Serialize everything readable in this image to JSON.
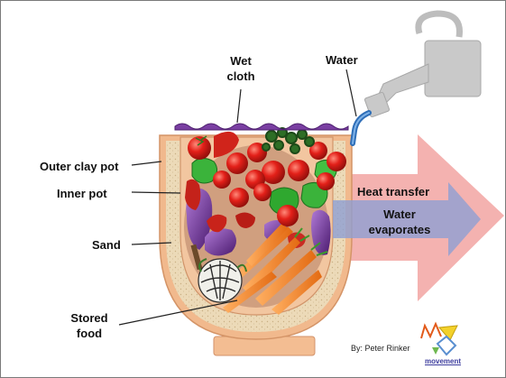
{
  "labels": {
    "wet_cloth": [
      "Wet",
      "cloth"
    ],
    "water": "Water",
    "outer_clay_pot": "Outer clay pot",
    "inner_pot": "Inner pot",
    "sand": "Sand",
    "stored_food": [
      "Stored",
      "food"
    ],
    "heat_transfer": "Heat transfer",
    "water_evaporates": [
      "Water",
      "evaporates"
    ]
  },
  "credit": "By: Peter Rinker",
  "logo": {
    "text": "movement"
  },
  "icons": [
    "watering-can-icon",
    "movement-logo-icon"
  ],
  "colors": {
    "heat_arrow": "#f0a3a3",
    "evaporation_arrow": "#9aa6d4",
    "clay": "#f0b98e",
    "sand": "#ecd9b6",
    "cloth": "#7a3f9e",
    "water": "#3a7fc9",
    "watering_can": "#c8c8c8"
  }
}
